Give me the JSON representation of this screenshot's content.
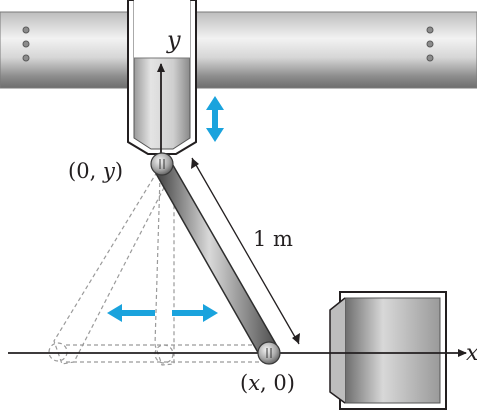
{
  "labels": {
    "y_axis": "y",
    "x_axis": "x",
    "top_point": "(0, y)",
    "bottom_point": "(x, 0)",
    "rod_length": "1 m"
  },
  "colors": {
    "motion_arrow": "#1aa3dd",
    "metal_dark": "#4a4a4a",
    "metal_light": "#e8e8e8",
    "ghost_dashes": "#9a9a9a"
  }
}
